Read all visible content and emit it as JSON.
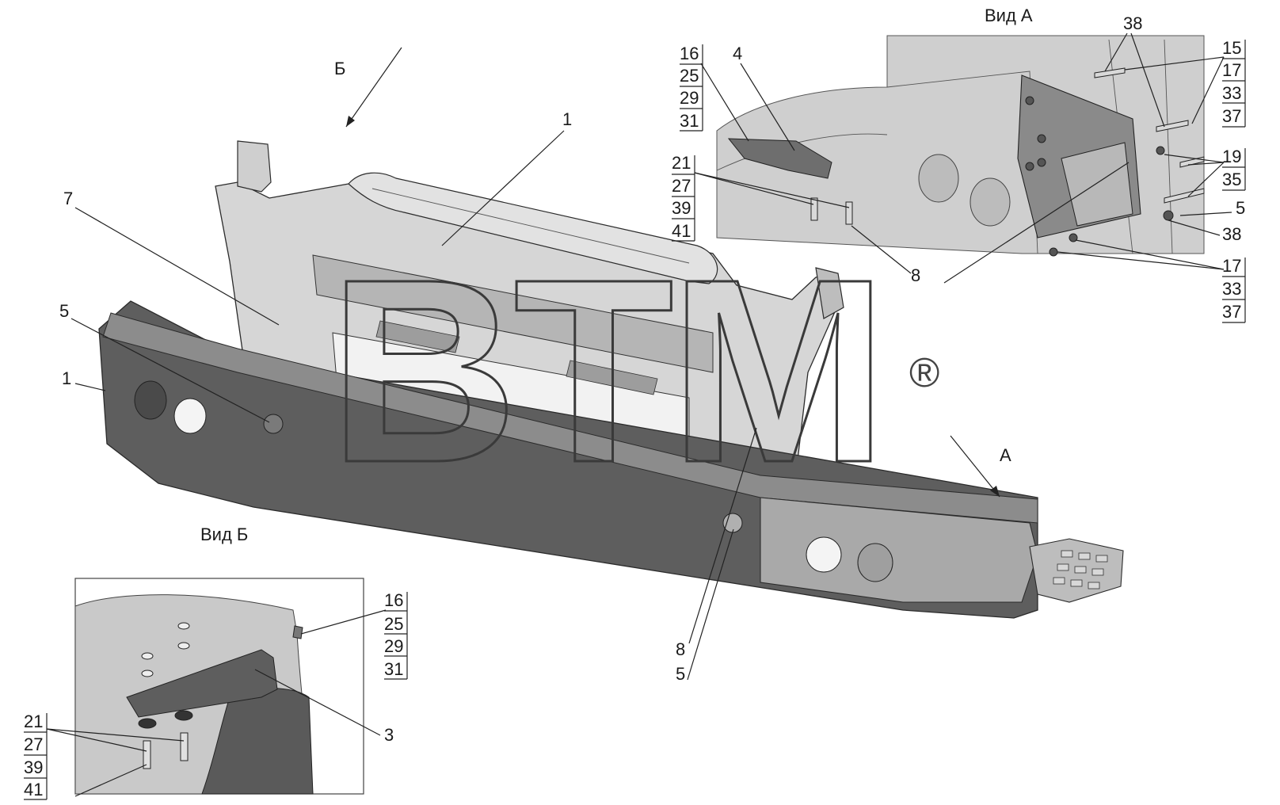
{
  "views": {
    "view_a_title": "Вид А",
    "view_b_title": "Вид Б",
    "arrow_b_letter": "Б",
    "arrow_a_letter": "А"
  },
  "main_labels": {
    "l1_top": "1",
    "l7": "7",
    "l5_left": "5",
    "l1_left": "1",
    "l8_bottom": "8",
    "l5_bottom": "5"
  },
  "view_a_labels": {
    "l16": "16",
    "l25": "25",
    "l29": "29",
    "l31": "31",
    "l4": "4",
    "l21": "21",
    "l27": "27",
    "l39": "39",
    "l41": "41",
    "l8": "8",
    "l38_top": "38",
    "l15": "15",
    "l17_top": "17",
    "l33_top": "33",
    "l37_top": "37",
    "l19": "19",
    "l35": "35",
    "l5": "5",
    "l38_bottom": "38",
    "l17_bottom": "17",
    "l33_bottom": "33",
    "l37_bottom": "37"
  },
  "view_b_labels": {
    "l16": "16",
    "l25": "25",
    "l29": "29",
    "l31": "31",
    "l3": "3",
    "l21": "21",
    "l27": "27",
    "l39": "39",
    "l41": "41"
  },
  "watermark": {
    "text": "BTM",
    "symbol": "®"
  },
  "colors": {
    "bumper_dark": "#5e5e5e",
    "bumper_mid": "#9a9a9a",
    "grille_light": "#d6d6d6",
    "detail_bg": "#cfcfcf",
    "line": "#222222"
  }
}
